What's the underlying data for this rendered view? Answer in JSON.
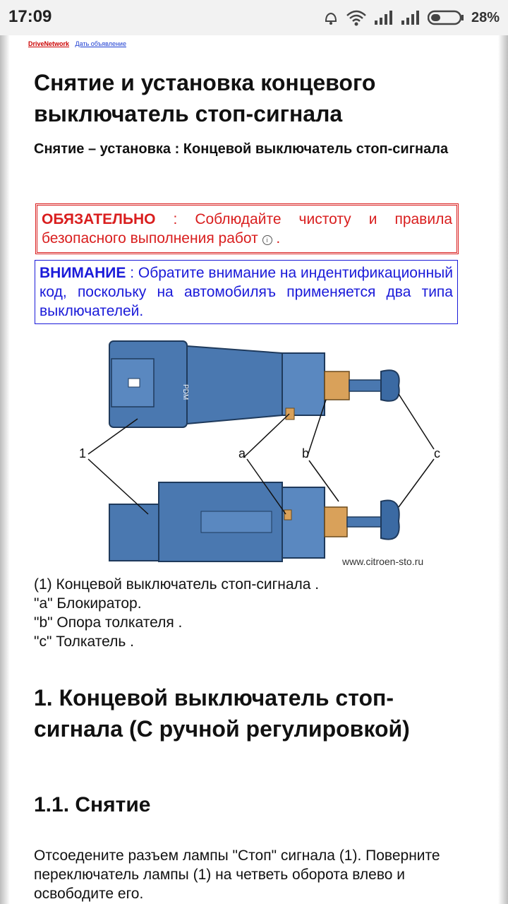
{
  "status": {
    "time": "17:09",
    "battery": "28%"
  },
  "topbar": {
    "brand": "DriveNetwork",
    "ad_link": "Дать объявление"
  },
  "article": {
    "title": "Снятие и установка концевого выключатель стоп-сигнала",
    "subtitle": "Снятие – установка : Концевой выключатель стоп-сигнала",
    "notice": {
      "label": "ОБЯЗАТЕЛЬНО",
      "text": " : Соблюдайте чистоту и правила безопасного выполнения работ",
      "tail": " ."
    },
    "warning": {
      "label": "ВНИМАНИЕ",
      "text": " : Обратите внимание на индентификационный код, поскольку на автомобиляъ применяется два типа выключателей."
    },
    "diagram": {
      "labels": [
        "1",
        "a",
        "b",
        "c"
      ],
      "watermark": "www.citroen-sto.ru",
      "stamp": "PDM"
    },
    "legend": [
      "(1) Концевой выключатель стоп-сигнала .",
      "\"a\" Блокиратор.",
      "\"b\" Опора толкателя .",
      "\"c\" Толкатель ."
    ],
    "section1": "1. Концевой выключатель стоп-сигнала (С ручной регулировкой)",
    "section1_1": "1.1. Снятие",
    "paragraph": "Отсоедените разъем лампы \"Стоп\" сигнала (1). Поверните переключатель лампы (1) на четветь оборота влево и освободите его."
  },
  "colors": {
    "notice_red": "#d91e1e",
    "warning_blue": "#1a1ad9",
    "switch_body": "#4a78b0",
    "holder": "#d9a15a"
  }
}
